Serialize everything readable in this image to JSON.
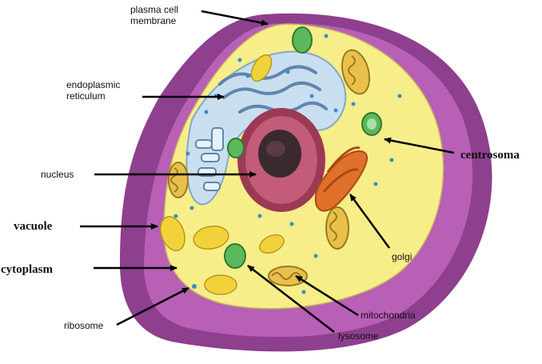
{
  "labels": {
    "plasma_membrane": [
      "plasma cell",
      "membrane"
    ],
    "endoplasmic_reticulum": [
      "endoplasmic",
      "reticulum"
    ],
    "nucleus": "nucleus",
    "vacuole": "vacuole",
    "cytoplasm": "cytoplasm",
    "ribosome": "ribosome",
    "centrosoma": "centrosoma",
    "golgi": "golgi",
    "mitochondria": "mitochondria",
    "lysosome": "lysosome"
  },
  "colors": {
    "membrane_outer": "#8e3f8e",
    "membrane_inner": "#b85fb6",
    "cytoplasm": "#f7ee8a",
    "er": "#86a8c8",
    "er_fill": "#c9dff0",
    "nucleus_outer": "#9b3a55",
    "nucleus_inner": "#c25c78",
    "nucleolus": "#3a2a30",
    "golgi": "#e0702a",
    "vacuole": "#f2d23a",
    "mitochondria": "#e9c04c",
    "lysosome": "#5cb85c",
    "ribosome": "#3a8ec6",
    "arrow": "#000000"
  }
}
